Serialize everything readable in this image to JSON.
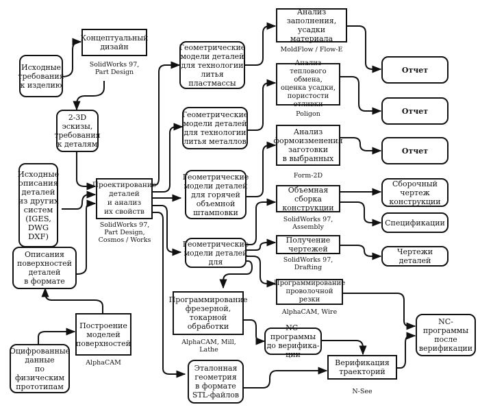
{
  "nodes": {
    "req": "Исходные\nтребования\nк изделию",
    "concept": "Концептуальный\nдизайн",
    "sketch": "2-3D\nэскизы,\nтребования\nк деталям",
    "srcdesc": "Исходные\nописания\nдеталей\nиз других\nсистем\n(IGES,\nDWG\nDXF)",
    "surfdesc": "Описания\nповерхностей\nдеталей\nв формате",
    "surfbuild": "Построение\nмоделей\nповерхностей",
    "digit": "Оцифрованные\nданные\nпо физическим\nпрототипам",
    "design": "Проектирование\nдеталей\nи анализ\nих свойств",
    "geo_plast": "Геометрические\nмодели деталей\nдля технологии\nлитья\nпластмассы",
    "geo_metal": "Геометрические\nмодели деталей\nдля технологии\nлитья металлов",
    "geo_hot": "Геометрические\nмодели деталей\nдля горячей\nобъемной\nштамповки",
    "geo_for": "Геометрические\nмодели деталей\nдля",
    "fill": "Анализ\nзаполнения,\nусадки материала",
    "heat": "Анализ\nтеплового обмена,\nоценка усадки,\nпористости\nотливки",
    "form": "Анализ\nформоизменения\nзаготовки\nв выбранных",
    "assembly": "Объемная сборка\nконструкции",
    "drawings": "Получение\nчертежей",
    "wire": "Программирование\nпроволочной\nрезки",
    "mill": "Программирование\nфрезерной,\nтокарной\nобработки",
    "ncpre": "NC-программы\nдо верифика-\nции",
    "stl": "Эталонная\nгеометрия\nв формате\nSTL-файлов",
    "verify": "Верификация\nтраекторий",
    "ncpost": "NC-программы\nпосле\nверификации",
    "rep1": "Отчет",
    "rep2": "Отчет",
    "rep3": "Отчет",
    "asmdraw": "Сборочный\nчертеж\nконструкции",
    "spec": "Спецификации",
    "partdraw": "Чертежи деталей"
  },
  "captions": {
    "concept": "SolidWorks 97,\nPart Design",
    "design": "SolidWorks 97,\nPart Design,\nCosmos / Works",
    "surfbuild": "AlphaCAM",
    "fill": "MoldFlow / Flow-E",
    "heat": "Poligon",
    "form": "Form-2D",
    "assembly": "SolidWorks 97,\nAssembly",
    "drawings": "SolidWorks 97,\nDrafting",
    "wire": "AlphaCAM, Wire",
    "mill": "AlphaCAM, Mill,\nLathe",
    "verify": "N-See"
  }
}
